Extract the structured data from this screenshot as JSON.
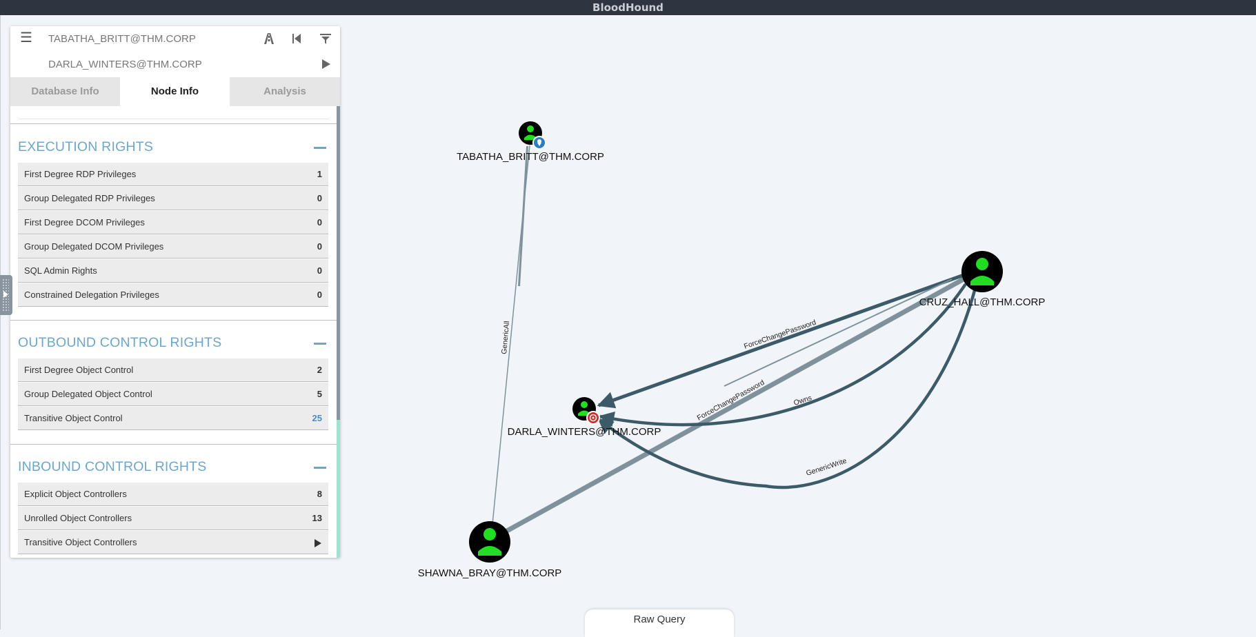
{
  "window": {
    "title": "BloodHound"
  },
  "search": {
    "start_node": "TABATHA_BRITT@THM.CORP",
    "target_node": "DARLA_WINTERS@THM.CORP"
  },
  "tabs": [
    {
      "label": "Database Info",
      "active": false
    },
    {
      "label": "Node Info",
      "active": true
    },
    {
      "label": "Analysis",
      "active": false
    }
  ],
  "sections": {
    "execution": {
      "title": "EXECUTION RIGHTS",
      "rows": [
        {
          "label": "First Degree RDP Privileges",
          "value": "1"
        },
        {
          "label": "Group Delegated RDP Privileges",
          "value": "0"
        },
        {
          "label": "First Degree DCOM Privileges",
          "value": "0"
        },
        {
          "label": "Group Delegated DCOM Privileges",
          "value": "0"
        },
        {
          "label": "SQL Admin Rights",
          "value": "0"
        },
        {
          "label": "Constrained Delegation Privileges",
          "value": "0"
        }
      ]
    },
    "outbound": {
      "title": "OUTBOUND CONTROL RIGHTS",
      "rows": [
        {
          "label": "First Degree Object Control",
          "value": "2"
        },
        {
          "label": "Group Delegated Object Control",
          "value": "5"
        },
        {
          "label": "Transitive Object Control",
          "value": "25"
        }
      ]
    },
    "inbound": {
      "title": "INBOUND CONTROL RIGHTS",
      "rows": [
        {
          "label": "Explicit Object Controllers",
          "value": "8"
        },
        {
          "label": "Unrolled Object Controllers",
          "value": "13"
        },
        {
          "label": "Transitive Object Controllers",
          "value": ""
        }
      ]
    }
  },
  "graph": {
    "nodes": {
      "tabatha": "TABATHA_BRITT@THM.CORP",
      "darla": "DARLA_WINTERS@THM.CORP",
      "cruz": "CRUZ_HALL@THM.CORP",
      "shawna": "SHAWNA_BRAY@THM.CORP"
    },
    "edges": {
      "generic_all": "GenericAll",
      "force_change_1": "ForceChangePassword",
      "force_change_2": "ForceChangePassword",
      "owns": "Owns",
      "generic_write": "GenericWrite"
    }
  },
  "raw_query": {
    "label": "Raw Query"
  },
  "colors": {
    "node_fill": "#000000",
    "user_icon": "#22dd22",
    "edge": "#3d5a68",
    "edge_light": "#7f929c",
    "section_title": "#6ea6c9"
  }
}
